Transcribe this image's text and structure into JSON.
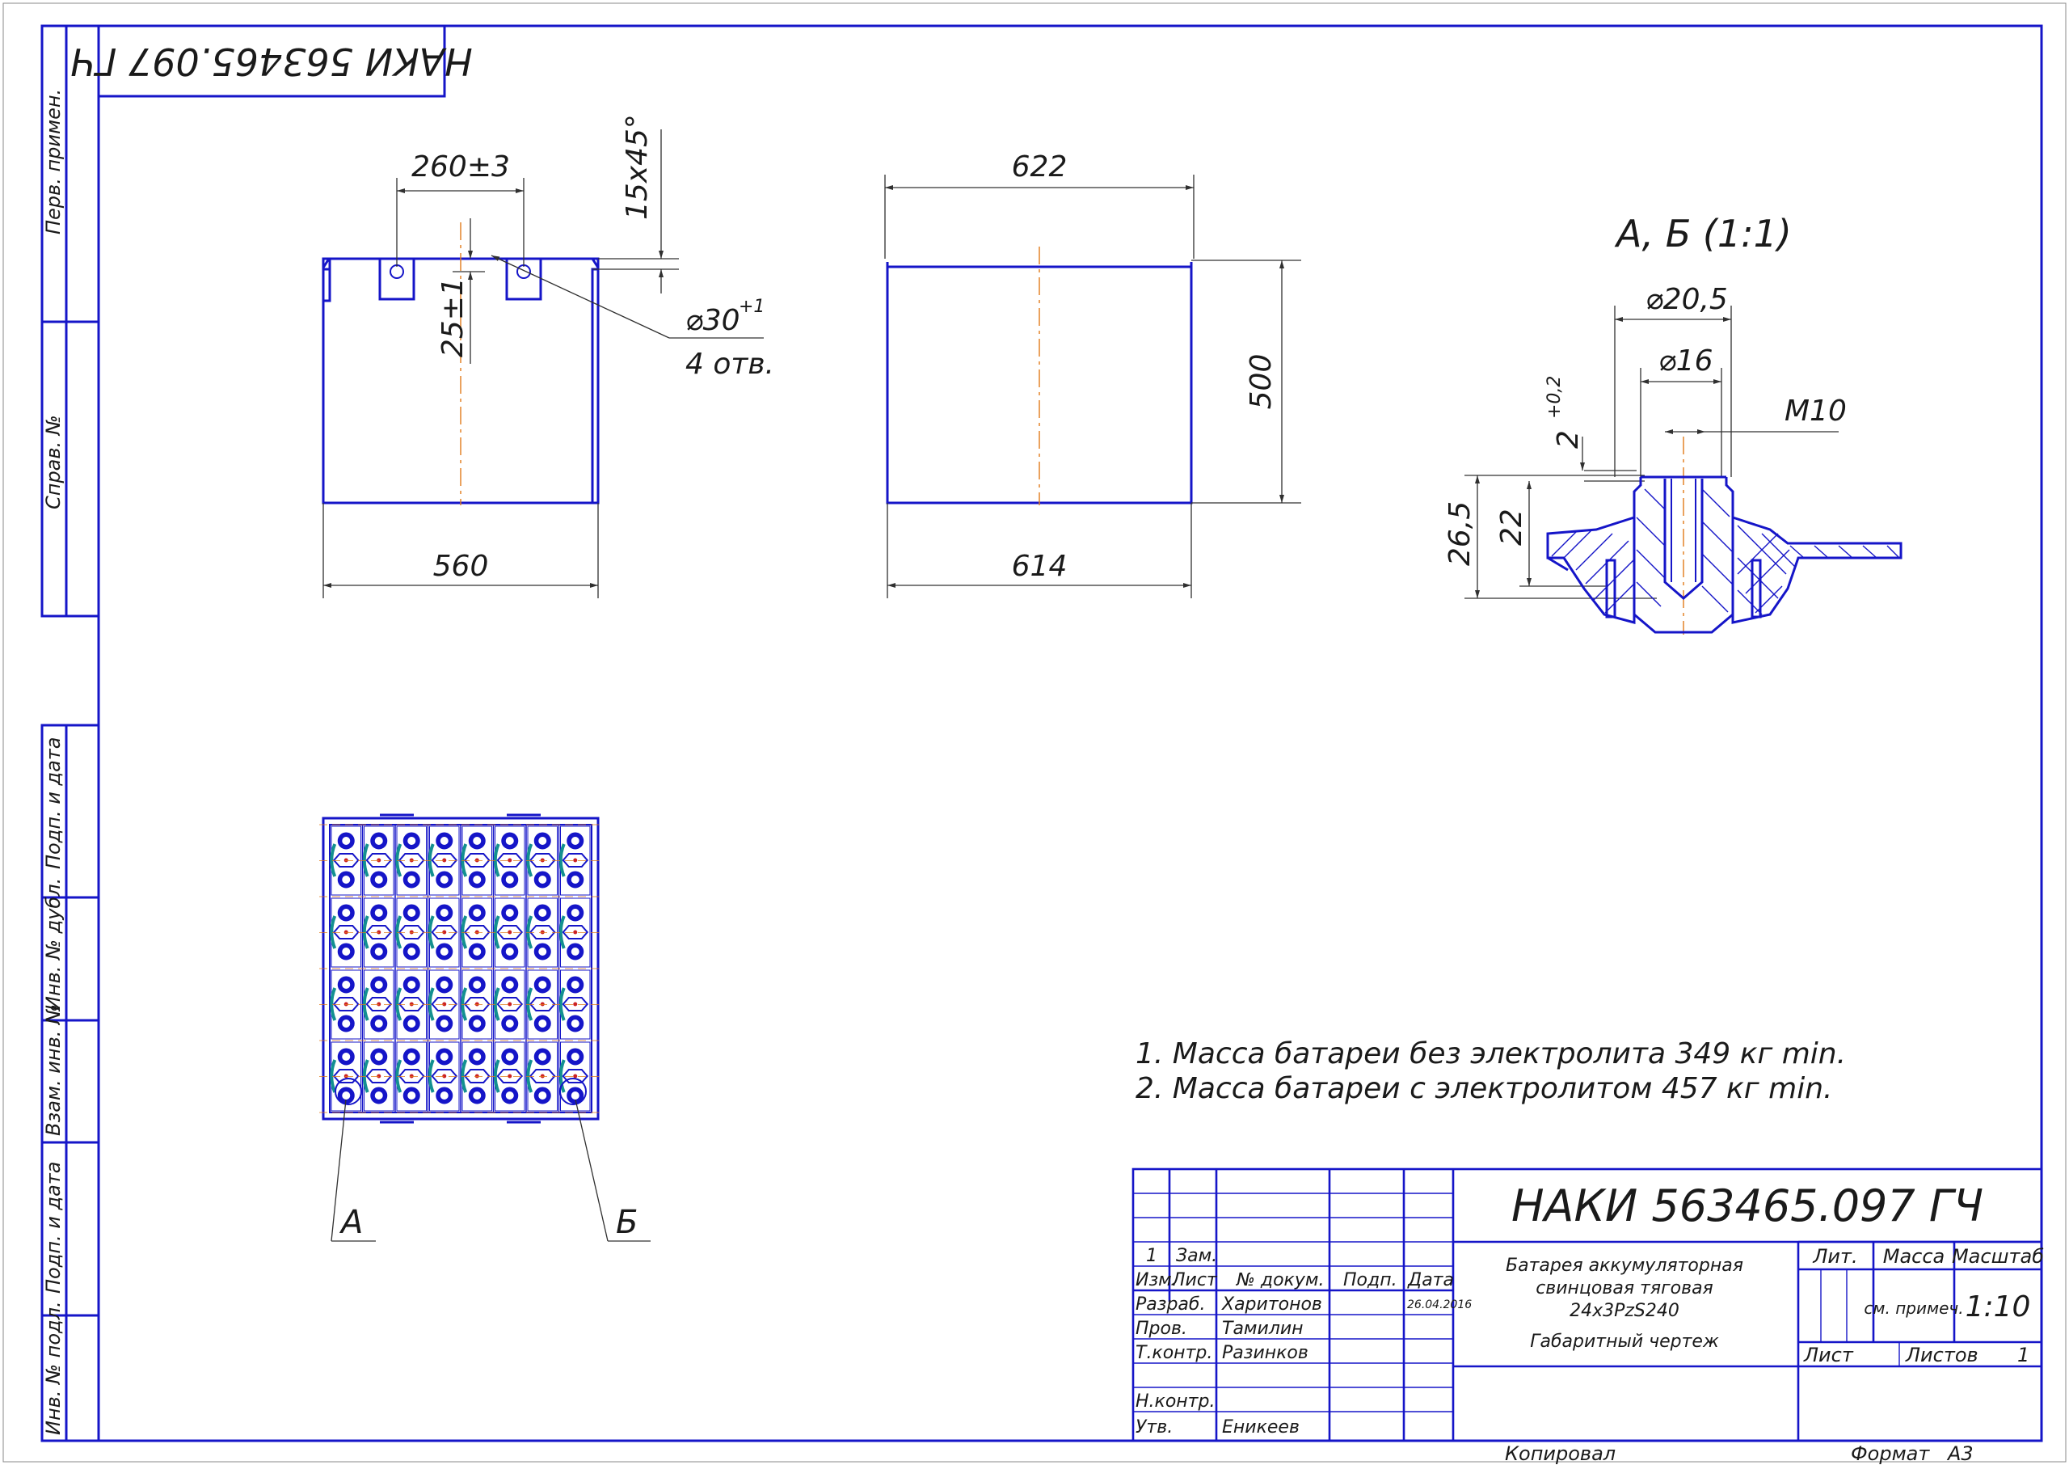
{
  "document": {
    "code": "НАКИ 563465.097 ГЧ",
    "title_lines": [
      "Батарея аккумуляторная",
      "свинцовая тяговая",
      "24х3PzS240",
      "Габаритный чертеж"
    ],
    "copied_label": "Копировал",
    "format_label": "Формат",
    "format_value": "А3"
  },
  "side_labels": {
    "perv_primen": "Перв. примен.",
    "sprav_no": "Справ. №",
    "podp_data_1": "Подп. и дата",
    "inv_dubl": "Инв. № дубл.",
    "vzam_inv": "Взам. инв. №",
    "podp_data_2": "Подп. и дата",
    "inv_podl": "Инв. № подл."
  },
  "dimensions": {
    "pitch": "260±3",
    "chamfer": "15х45°",
    "hole_offset": "25±1",
    "hole_dia": "⌀30",
    "hole_tol": "+1",
    "hole_count": "4 отв.",
    "width_top": "560",
    "length_top": "622",
    "length_bottom": "614",
    "height": "500"
  },
  "detail": {
    "title": "А, Б (1:1)",
    "d1": "⌀20,5",
    "d2": "⌀16",
    "thread": "М10",
    "gap": "2",
    "gap_tol": "+0,2",
    "h1": "26,5",
    "h2": "22"
  },
  "callouts": {
    "a": "А",
    "b": "Б"
  },
  "notes": [
    "1. Масса батареи без электролита 349 кг min.",
    "2. Масса батареи с электролитом 457 кг min."
  ],
  "title_block": {
    "change_no": "1",
    "change_word": "Зам.",
    "header_izm": "Изм.",
    "header_list": "Лист",
    "header_doc": "№ докум.",
    "header_sign": "Подп.",
    "header_date": "Дата",
    "date": "26.04.2016",
    "roles": [
      {
        "role": "Разраб.",
        "name": "Харитонов"
      },
      {
        "role": "Пров.",
        "name": "Тамилин"
      },
      {
        "role": "Т.контр.",
        "name": "Разинков"
      },
      {
        "role": "Н.контр.",
        "name": ""
      },
      {
        "role": "Утв.",
        "name": "Еникеев"
      }
    ],
    "lit_label": "Лит.",
    "mass_label": "Масса",
    "scale_label": "Масштаб",
    "mass_value": "см. примеч.",
    "scale_value": "1:10",
    "sheet_label": "Лист",
    "sheets_label": "Листов",
    "sheets_value": "1"
  },
  "colors": {
    "line": "#1515c8",
    "axis": "#e07b1a",
    "connector": "#139090"
  }
}
